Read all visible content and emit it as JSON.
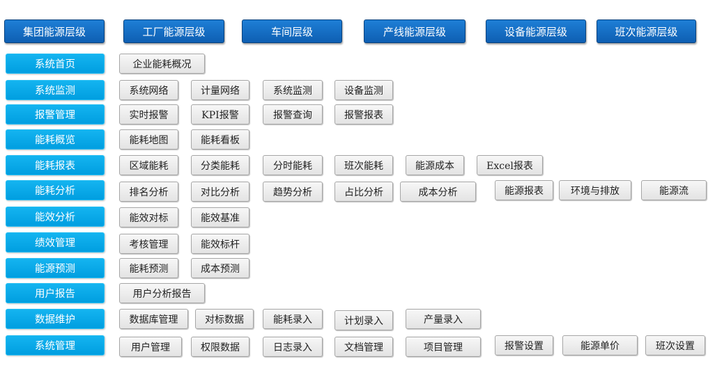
{
  "levels": [
    "集团能源层级",
    "工厂能源层级",
    "车间层级",
    "产线能源层级",
    "设备能源层级",
    "班次能源层级"
  ],
  "rows": [
    {
      "category": "系统首页",
      "items": [
        "企业能耗概况"
      ]
    },
    {
      "category": "系统监测",
      "items": [
        "系统网络",
        "计量网络",
        "系统监测",
        "设备监测"
      ]
    },
    {
      "category": "报警管理",
      "items": [
        "实时报警",
        "KPI报警",
        "报警查询",
        "报警报表"
      ]
    },
    {
      "category": "能耗概览",
      "items": [
        "能耗地图",
        "能耗看板"
      ]
    },
    {
      "category": "能耗报表",
      "items": [
        "区域能耗",
        "分类能耗",
        "分时能耗",
        "班次能耗",
        "能源成本",
        "Excel报表"
      ]
    },
    {
      "category": "能耗分析",
      "items": [
        "排名分析",
        "对比分析",
        "趋势分析",
        "占比分析",
        "成本分析",
        "能源报表",
        "环境与排放",
        "能源流"
      ]
    },
    {
      "category": "能效分析",
      "items": [
        "能效对标",
        "能效基准"
      ]
    },
    {
      "category": "绩效管理",
      "items": [
        "考核管理",
        "能效标杆"
      ]
    },
    {
      "category": "能源预测",
      "items": [
        "能耗预测",
        "成本预测"
      ]
    },
    {
      "category": "用户报告",
      "items": [
        "用户分析报告"
      ]
    },
    {
      "category": "数据维护",
      "items": [
        "数据库管理",
        "对标数据",
        "能耗录入",
        "计划录入",
        "产量录入"
      ]
    },
    {
      "category": "系统管理",
      "items": [
        "用户管理",
        "权限数据",
        "日志录入",
        "文档管理",
        "项目管理",
        "报警设置",
        "能源单价",
        "班次设置"
      ]
    }
  ]
}
